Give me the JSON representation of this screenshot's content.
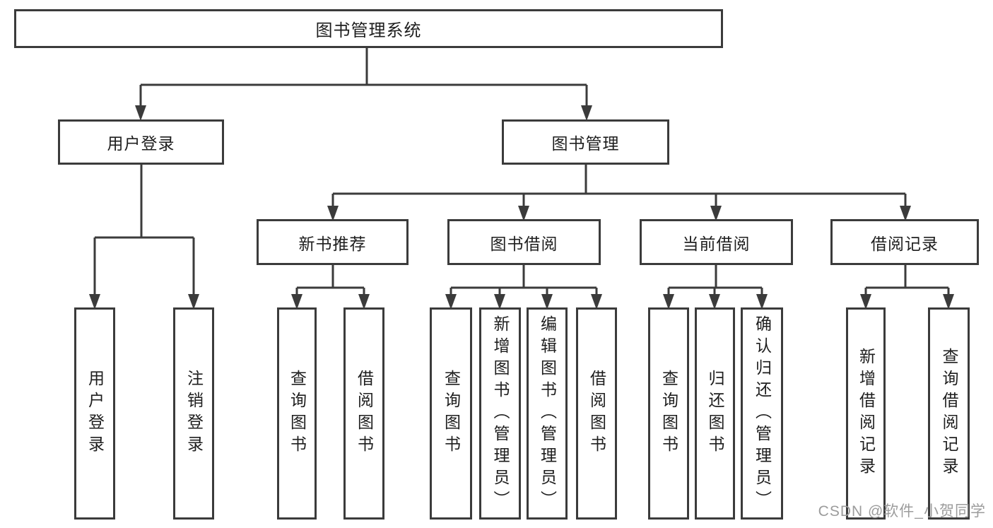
{
  "diagram": {
    "type": "hierarchy-tree",
    "colors": {
      "line": "#3b3b3b",
      "box_border": "#3b3b3b",
      "box_fill": "#ffffff",
      "text": "#1e1e1e",
      "watermark": "#9c9c9c",
      "background": "#ffffff"
    }
  },
  "tree": {
    "root": {
      "label": "图书管理系统",
      "children": [
        {
          "label": "用户登录",
          "children": [
            {
              "label": "用户登录"
            },
            {
              "label": "注销登录"
            }
          ]
        },
        {
          "label": "图书管理",
          "children": [
            {
              "label": "新书推荐",
              "children": [
                {
                  "label": "查询图书"
                },
                {
                  "label": "借阅图书"
                }
              ]
            },
            {
              "label": "图书借阅",
              "children": [
                {
                  "label": "查询图书"
                },
                {
                  "label": "新增图书（管理员）"
                },
                {
                  "label": "编辑图书（管理员）"
                },
                {
                  "label": "借阅图书"
                }
              ]
            },
            {
              "label": "当前借阅",
              "children": [
                {
                  "label": "查询图书"
                },
                {
                  "label": "归还图书"
                },
                {
                  "label": "确认归还（管理员）"
                }
              ]
            },
            {
              "label": "借阅记录",
              "children": [
                {
                  "label": "新增借阅记录"
                },
                {
                  "label": "查询借阅记录"
                }
              ]
            }
          ]
        }
      ]
    }
  },
  "watermark": {
    "text": "CSDN @软件_小贺同学"
  }
}
